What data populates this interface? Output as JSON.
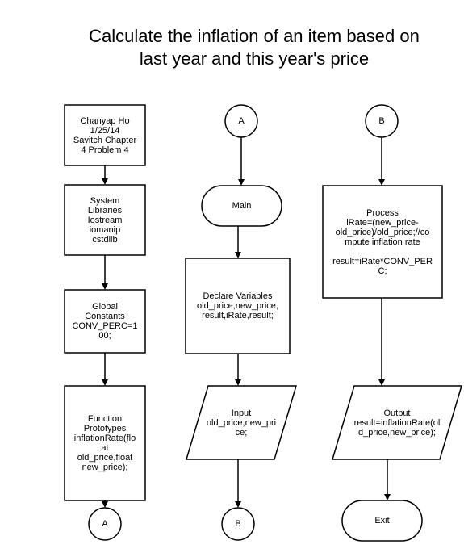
{
  "title": {
    "line1": "Calculate the inflation of an item based on",
    "line2": "last year and this year's price"
  },
  "col1": {
    "header": [
      "Chanyap Ho",
      "1/25/14",
      "Savitch Chapter",
      "4  Problem 4"
    ],
    "libraries": [
      "System",
      "Libraries",
      "Iostream",
      "iomanip",
      "cstdlib"
    ],
    "constants": [
      "Global",
      "Constants",
      "CONV_PERC=1",
      "00;"
    ],
    "prototypes": [
      "Function",
      "Prototypes",
      "inflationRate(flo",
      "at",
      "old_price,float",
      "new_price);"
    ],
    "connector_bottom": "A"
  },
  "col2": {
    "connector_top": "A",
    "start": "Main",
    "declare": [
      "Declare Variables",
      "old_price,new_price,",
      "result,iRate,result;"
    ],
    "input": [
      "Input",
      "old_price,new_pri",
      "ce;"
    ],
    "connector_bottom": "B"
  },
  "col3": {
    "connector_top": "B",
    "process": [
      "Process",
      "iRate=(new_price-",
      "old_price)/old_price;//co",
      "mpute inflation rate",
      "",
      "result=iRate*CONV_PER",
      "C;"
    ],
    "output": [
      "Output",
      "result=inflationRate(ol",
      "d_price,new_price);"
    ],
    "end": "Exit"
  }
}
